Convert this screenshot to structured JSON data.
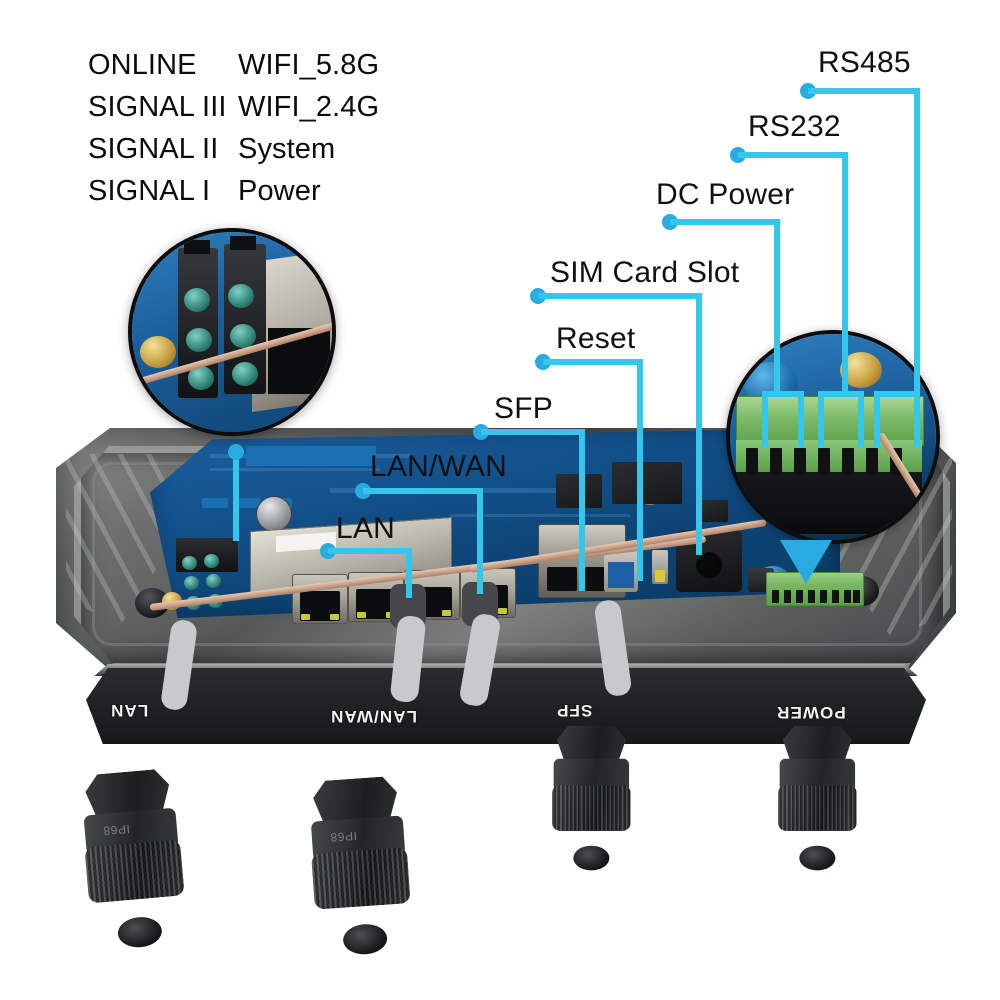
{
  "legend": {
    "rows": [
      {
        "left": "ONLINE",
        "right": "WIFI_5.8G"
      },
      {
        "left": "SIGNAL III",
        "right": "WIFI_2.4G"
      },
      {
        "left": "SIGNAL II",
        "right": "System"
      },
      {
        "left": "SIGNAL I",
        "right": "Power"
      }
    ]
  },
  "callouts": [
    {
      "id": "lan",
      "label": "LAN"
    },
    {
      "id": "lan-wan",
      "label": "LAN/WAN"
    },
    {
      "id": "sfp",
      "label": "SFP"
    },
    {
      "id": "reset",
      "label": "Reset"
    },
    {
      "id": "sim",
      "label": "SIM Card Slot"
    },
    {
      "id": "dc-power",
      "label": "DC Power"
    },
    {
      "id": "rs232",
      "label": "RS232"
    },
    {
      "id": "rs485",
      "label": "RS485"
    }
  ],
  "enclosure": {
    "port_labels": [
      {
        "id": "lan",
        "text": "LAN"
      },
      {
        "id": "lan-wan",
        "text": "LAN/WAN"
      },
      {
        "id": "sfp",
        "text": "SFP"
      },
      {
        "id": "power",
        "text": "POWER"
      }
    ],
    "gland_marking": "IP68"
  },
  "insets": [
    {
      "id": "terminal-block-detail",
      "caption": ""
    },
    {
      "id": "green-connector-detail",
      "caption": ""
    }
  ],
  "colors": {
    "callout_line": "#35C6EC",
    "callout_dot": "#29ABE2",
    "label_text": "#111111",
    "pcb_blue": "#14538F",
    "terminal_green": "#79B763",
    "enclosure_dark": "#212224"
  }
}
